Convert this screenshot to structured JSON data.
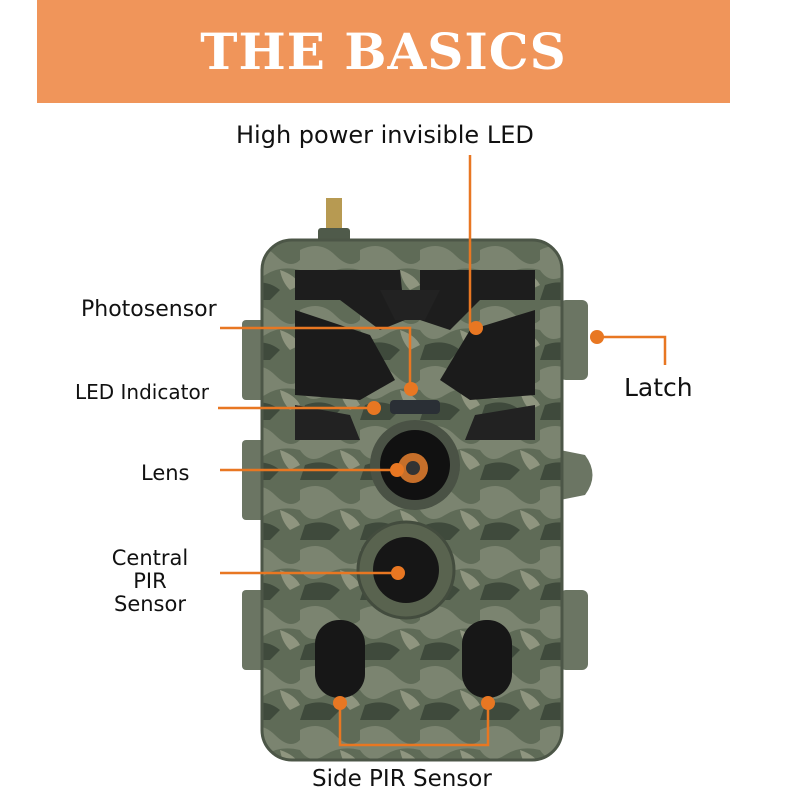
{
  "banner": {
    "title": "THE BASICS"
  },
  "labels": {
    "led": "High power invisible LED",
    "photosensor": "Photosensor",
    "led_indicator": "LED Indicator",
    "lens": "Lens",
    "central_pir": [
      "Central",
      "PIR",
      "Sensor"
    ],
    "latch": "Latch",
    "side_pir": "Side PIR Sensor"
  },
  "colors": {
    "banner": "#F0955A",
    "callout": "#E87722",
    "camo": "#5f6b57"
  }
}
